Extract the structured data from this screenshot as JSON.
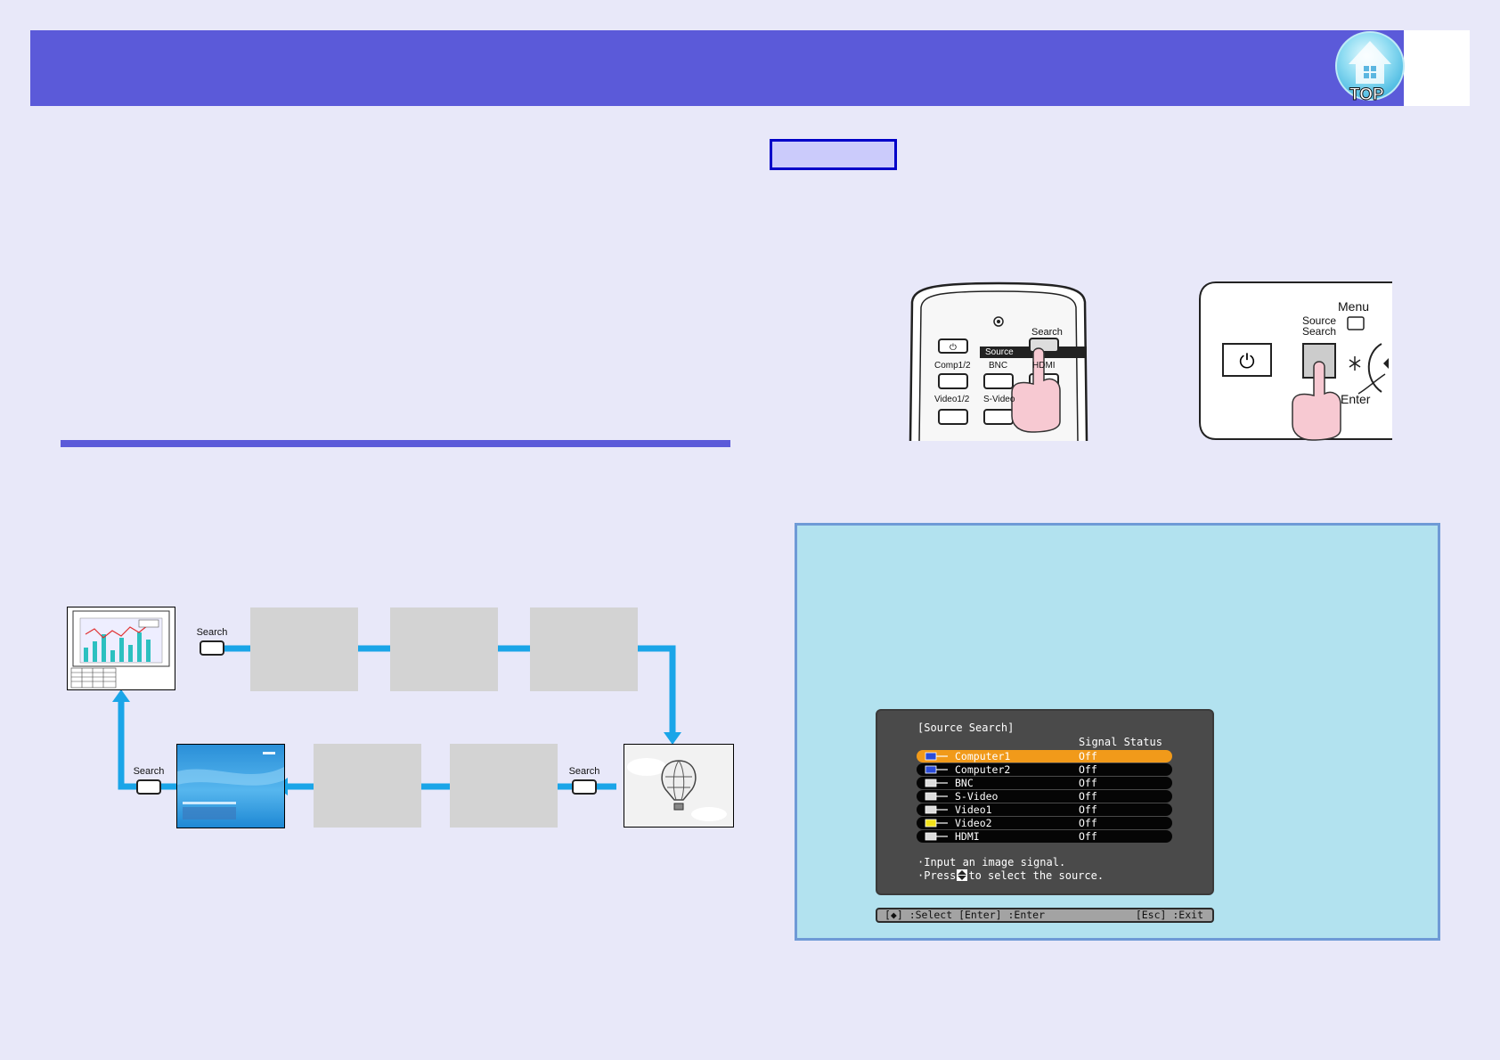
{
  "header": {
    "top_label": "TOP"
  },
  "diagram": {
    "search_labels": [
      "Search",
      "Search",
      "Search"
    ]
  },
  "remote": {
    "search_label": "Search",
    "source_label": "Source",
    "buttons": [
      "Comp1/2",
      "BNC",
      "HDMI",
      "Video1/2",
      "S-Video"
    ]
  },
  "panel": {
    "menu_label": "Menu",
    "source_search_label": "Source\nSearch",
    "enter_label": "Enter"
  },
  "osd": {
    "title": "[Source Search]",
    "status_header": "Signal Status",
    "sources": [
      {
        "name": "Computer1",
        "signal": "Off",
        "selected": true,
        "icon": "vga-plug-icon"
      },
      {
        "name": "Computer2",
        "signal": "Off",
        "selected": false,
        "icon": "vga-plug-icon"
      },
      {
        "name": "BNC",
        "signal": "Off",
        "selected": false,
        "icon": "bnc-plug-icon"
      },
      {
        "name": "S-Video",
        "signal": "Off",
        "selected": false,
        "icon": "svideo-plug-icon"
      },
      {
        "name": "Video1",
        "signal": "Off",
        "selected": false,
        "icon": "composite-plug-icon"
      },
      {
        "name": "Video2",
        "signal": "Off",
        "selected": false,
        "icon": "rca-plug-icon"
      },
      {
        "name": "HDMI",
        "signal": "Off",
        "selected": false,
        "icon": "hdmi-plug-icon"
      }
    ],
    "message_line1": "·Input an image signal.",
    "message_line2_prefix": "·Press",
    "message_line2_suffix": "to select the source.",
    "footer_left": "[◆] :Select  [Enter] :Enter",
    "footer_right": "[Esc] :Exit"
  }
}
